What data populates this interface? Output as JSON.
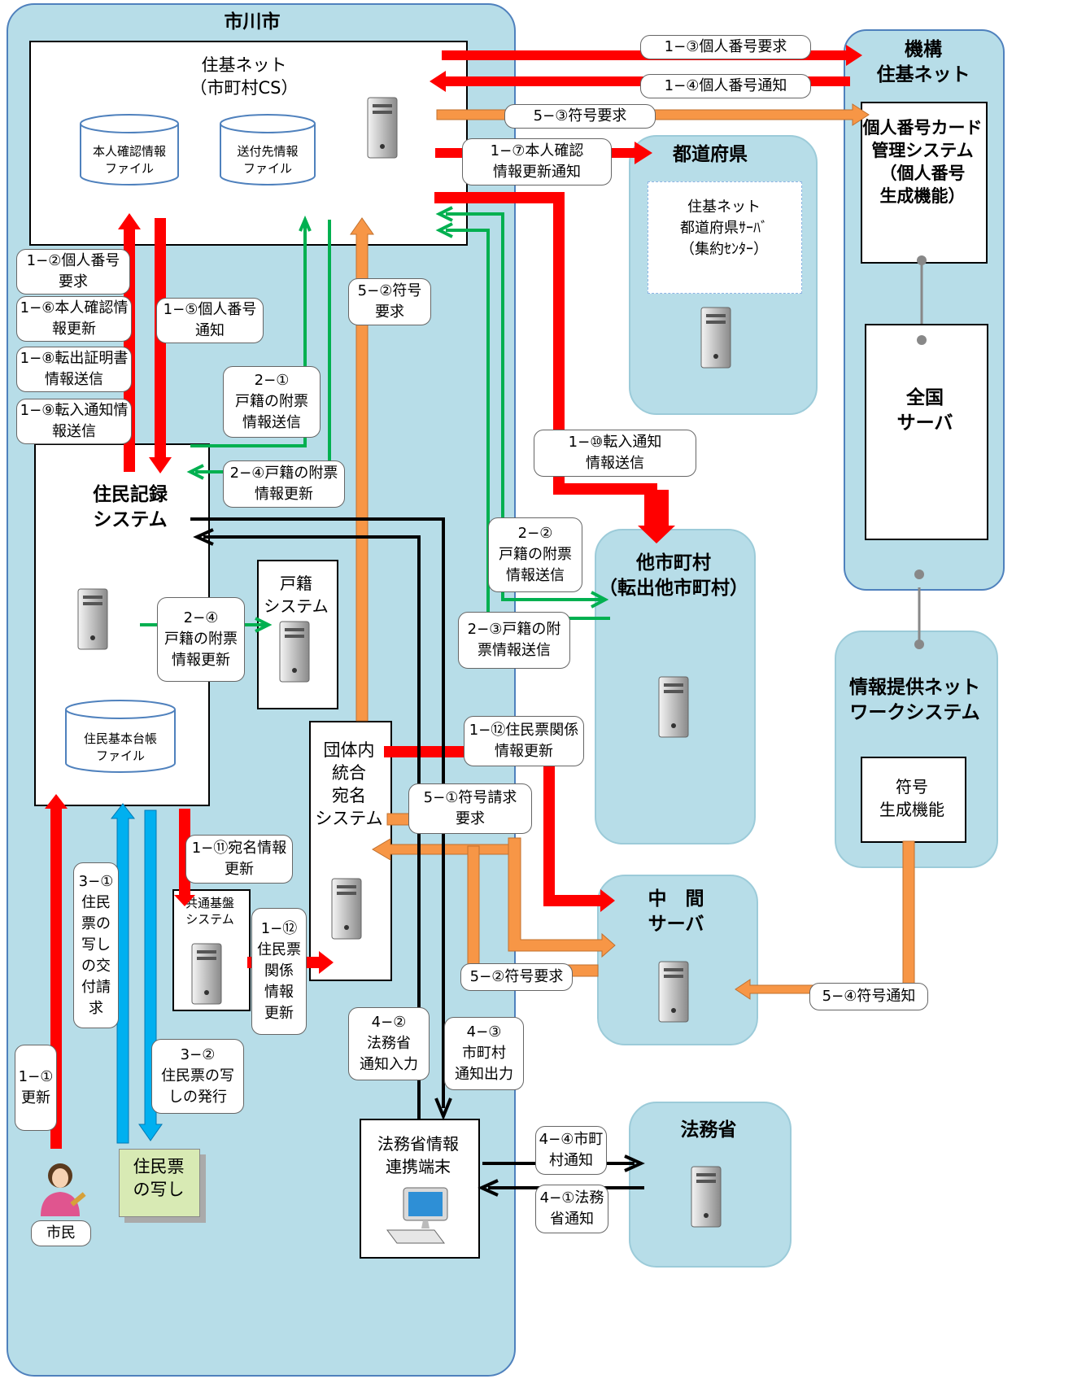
{
  "regions": {
    "ichikawa": "市川市",
    "kiko": "機構\n住基ネット",
    "todofuken": "都道府県",
    "tashichoson": "他市町村\n（転出他市町村）",
    "chukan": "中　間\nサーバ",
    "johoteikyo": "情報提供ネット\nワークシステム",
    "homusho": "法務省"
  },
  "boxes": {
    "jukinet": "住基ネット\n（市町村CS）",
    "db_honnin": "本人確認情報\nファイル",
    "db_sofusaki": "送付先情報\nファイル",
    "pref_server": "住基ネット\n都道府県ｻｰﾊﾞ\n（集約ｾﾝﾀｰ）",
    "card_system": "個人番号カード\n管理システム\n（個人番号\n生成機能）",
    "zenkoku": "全国\nサーバ",
    "fugo_seisei": "符号\n生成機能",
    "jumin_system": "住民記録\nシステム",
    "koseki_system": "戸籍\nシステム",
    "db_jumin": "住民基本台帳\nファイル",
    "dantainai": "団体内\n統合\n宛名\nシステム",
    "kyotsu": "共通基盤\nシステム",
    "homusho_terminal": "法務省情報\n連携端末",
    "note": "住民票\nの写し",
    "citizen": "市民"
  },
  "labels": {
    "l1_3": "1−③個人番号要求",
    "l1_4": "1−④個人番号通知",
    "l5_3": "5−③符号要求",
    "l1_7": "1−⑦本人確認\n情報更新通知",
    "l1_2": "1−②個人番号\n要求",
    "l1_6": "1−⑥本人確認情\n報更新",
    "l1_8": "1−⑧転出証明書\n情報送信",
    "l1_9": "1−⑨転入通知情\n報送信",
    "l1_5": "1−⑤個人番号\n通知",
    "l5_2a": "5−②符号\n要求",
    "l2_1": "2−①\n戸籍の附票\n情報送信",
    "l2_4a": "2−④戸籍の附票\n情報更新",
    "l1_10": "1−⑩転入通知\n情報送信",
    "l2_2": "2−②\n戸籍の附票\n情報送信",
    "l2_3": "2−③戸籍の附\n票情報送信",
    "l2_4b": "2−④\n戸籍の附票\n情報更新",
    "l1_12a": "1−⑫住民票関係\n情報更新",
    "l5_1": "5−①符号請求\n要求",
    "l1_11": "1−⑪宛名情報\n更新",
    "l3_1": "3−①\n住民\n票の\n写し\nの交\n付請\n求",
    "l1_12b": "1−⑫\n住民票\n関係\n情報\n更新",
    "l5_2b": "5−②符号要求",
    "l5_4": "5−④符号通知",
    "l4_2": "4−②\n法務省\n通知入力",
    "l4_3": "4−③\n市町村\n通知出力",
    "l3_2": "3−②\n住民票の写\nしの発行",
    "l1_1": "1−①\n更新",
    "l4_4": "4−④市町\n村通知",
    "l4_1": "4−①法務\n省通知"
  },
  "colors": {
    "region_fill": "#b7dde8",
    "arrow_red": "#ff0000",
    "arrow_orange": "#f79646",
    "arrow_green": "#00b050",
    "arrow_blue": "#00b0f0",
    "arrow_black": "#000000"
  }
}
